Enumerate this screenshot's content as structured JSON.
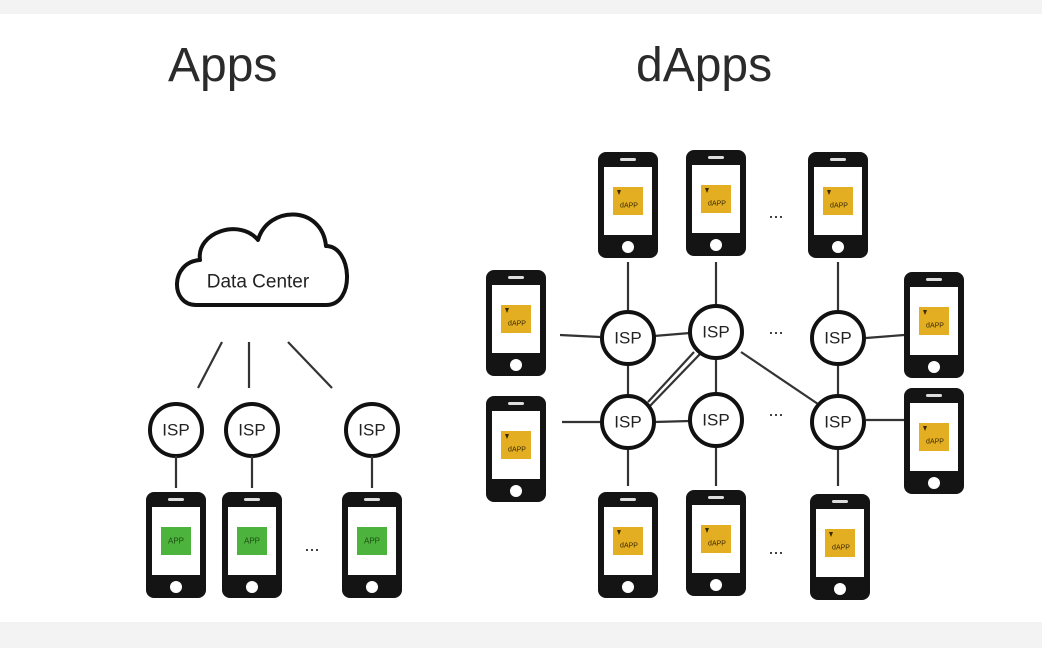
{
  "headings": {
    "left": "Apps",
    "right": "dApps"
  },
  "cloud": {
    "label": "Data Center"
  },
  "node_label": "ISP",
  "app_labels": {
    "app": "APP",
    "dapp": "dAPP"
  },
  "ellipsis": "...",
  "colors": {
    "app_screen": "#4cb43c",
    "dapp_screen": "#e3ae22",
    "outline": "#111111",
    "line": "#333333"
  },
  "icons": [
    "cloud-icon",
    "smartphone-icon",
    "dapp-logo-icon"
  ]
}
